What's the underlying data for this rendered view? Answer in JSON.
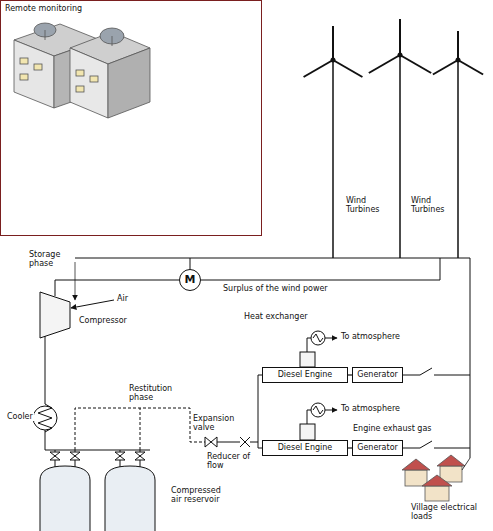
{
  "diagram": {
    "nodes": [
      {
        "text": [
          "Remote monitoring"
        ]
      },
      {
        "text": [
          "M"
        ]
      },
      {
        "text": [
          "Diesel Engine"
        ]
      },
      {
        "text": [
          "Generator"
        ]
      },
      {
        "text": [
          "Diesel Engine"
        ]
      },
      {
        "text": [
          "Generator"
        ]
      }
    ],
    "edges": [
      {
        "from": 2,
        "to": 3,
        "arrow": "none"
      },
      {
        "from": 4,
        "to": 5,
        "arrow": "none"
      }
    ],
    "labels": [
      "Wind Turbines",
      "Wind Turbines",
      "Storage phase",
      "Surplus of the wind power",
      "Air",
      "Compressor",
      "Heat exchanger",
      "To atmosphere",
      "Cooler",
      "Restitution phase",
      "Expansion valve",
      "Reducer of flow",
      "To atmosphere",
      "Engine exhaust gas",
      "Compressed air reservoir",
      "Village electrical loads"
    ]
  }
}
